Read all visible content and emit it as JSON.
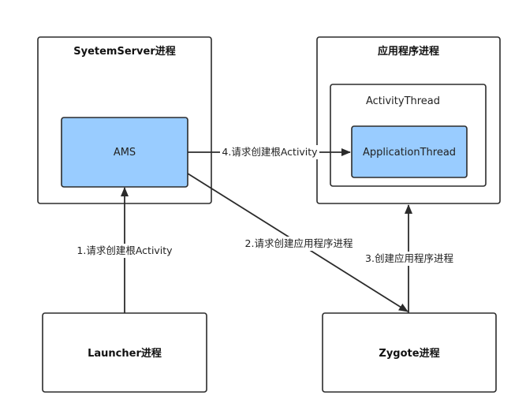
{
  "nodes": {
    "systemserver_process": {
      "label": "SyetemServer进程"
    },
    "ams": {
      "label": "AMS"
    },
    "app_process": {
      "label": "应用程序进程"
    },
    "activity_thread": {
      "label": "ActivityThread"
    },
    "application_thread": {
      "label": "ApplicationThread"
    },
    "launcher_process": {
      "label": "Launcher进程"
    },
    "zygote_process": {
      "label": "Zygote进程"
    }
  },
  "edges": [
    {
      "id": "launcher-to-ams",
      "label": "1.请求创建根Activity"
    },
    {
      "id": "ams-to-zygote",
      "label": "2.请求创建应用程序进程"
    },
    {
      "id": "zygote-to-app",
      "label": "3.创建应用程序进程"
    },
    {
      "id": "ams-to-application-thread",
      "label": "4.请求创建根Activity"
    }
  ],
  "colors": {
    "node_fill": "#ffffff",
    "highlight_fill": "#99ccff",
    "stroke": "#2b2b2b"
  }
}
